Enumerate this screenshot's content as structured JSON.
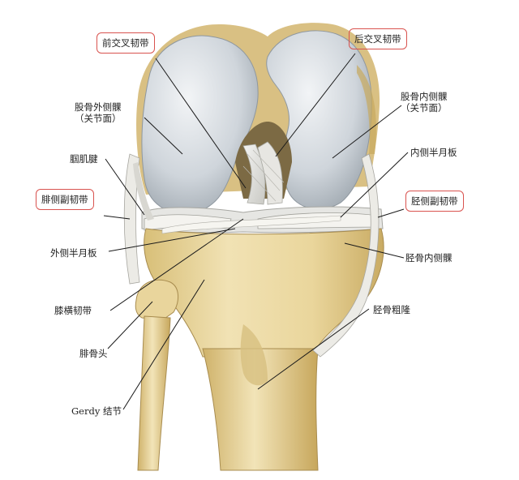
{
  "labels": {
    "acl": "前交叉韧带",
    "pcl": "后交叉韧带",
    "lat_condyle_line1": "股骨外侧髁",
    "lat_condyle_line2": "（关节面）",
    "med_condyle_line1": "股骨内侧髁",
    "med_condyle_line2": "（关节面）",
    "popliteus": "腘肌腱",
    "fibular_collateral": "腓侧副韧带",
    "medial_meniscus": "内侧半月板",
    "tibial_collateral": "胫侧副韧带",
    "lateral_meniscus": "外侧半月板",
    "medial_tibial_condyle": "胫骨内侧髁",
    "transverse_ligament": "膝横韧带",
    "tibial_tuberosity": "胫骨粗隆",
    "fibular_head": "腓骨头",
    "gerdy": "Gerdy 结节"
  },
  "colors": {
    "highlight_box": "#d9534f",
    "bone": "#e8d6a0",
    "cartilage": "#d3d9de",
    "ligament": "#e4e4e4",
    "leader_line": "#1a1a1a"
  }
}
